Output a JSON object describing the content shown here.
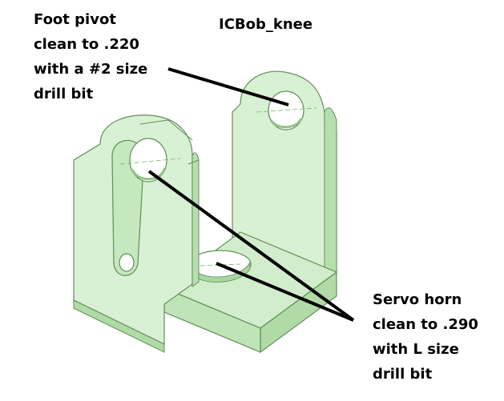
{
  "title": "ICBob_knee",
  "annotations": {
    "foot_pivot": {
      "lines": [
        "Foot pivot",
        "clean to .220",
        "with a #2 size",
        "drill bit"
      ]
    },
    "servo_horn": {
      "lines": [
        "Servo horn",
        "clean to .290",
        "with L size",
        "drill bit"
      ]
    }
  },
  "colors": {
    "part_fill": "#d8f0d3",
    "part_face": "#c6e8be",
    "part_dark": "#a9d6a0",
    "edge": "#5f8f58",
    "leader": "#000000"
  }
}
